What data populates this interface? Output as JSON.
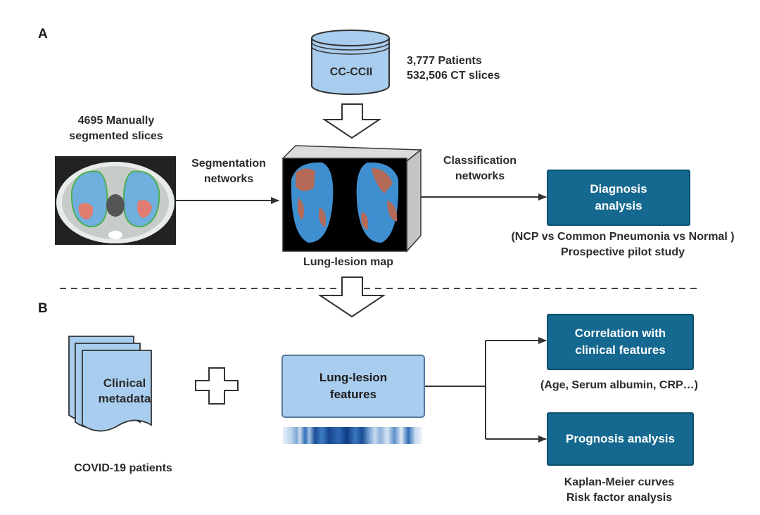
{
  "panels": {
    "a": "A",
    "b": "B"
  },
  "database": {
    "label": "CC-CCII",
    "stats_line1": "3,777 Patients",
    "stats_line2": "532,506 CT slices"
  },
  "ct_input": {
    "caption_line1": "4695 Manually",
    "caption_line2": "segmented slices"
  },
  "segmentation": {
    "line1": "Segmentation",
    "line2": "networks"
  },
  "lesion_map": {
    "caption": "Lung-lesion map"
  },
  "classification": {
    "line1": "Classification",
    "line2": "networks"
  },
  "diagnosis": {
    "line1": "Diagnosis",
    "line2": "analysis",
    "note_line1": "(NCP vs Common Pneumonia vs Normal )",
    "note_line2": "Prospective pilot study"
  },
  "clinical": {
    "line1": "Clinical",
    "line2": "metadata",
    "caption": "COVID-19 patients"
  },
  "features": {
    "line1": "Lung-lesion",
    "line2": "features"
  },
  "correlation": {
    "line1": "Correlation with",
    "line2": "clinical features",
    "note": "(Age, Serum albumin, CRP…)"
  },
  "prognosis": {
    "label": "Prognosis analysis",
    "note_line1": "Kaplan-Meier curves",
    "note_line2": "Risk factor analysis"
  },
  "colors": {
    "dark_box": "#15688f",
    "light_box": "#a9cdee",
    "lesion_red": "#b36a58",
    "lesion_blue": "#3f8fd0"
  }
}
